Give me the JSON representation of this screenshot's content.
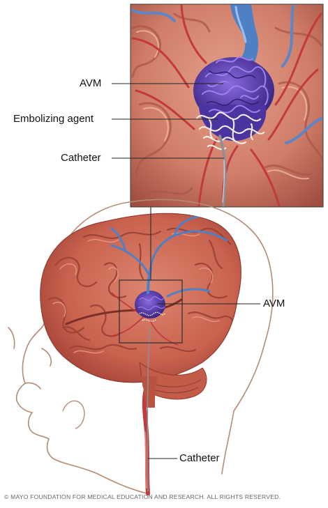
{
  "labels": {
    "inset_avm": "AVM",
    "inset_embolizing_agent": "Embolizing agent",
    "inset_catheter": "Catheter",
    "main_avm": "AVM",
    "main_catheter": "Catheter"
  },
  "copyright": "© MAYO FOUNDATION FOR MEDICAL EDUCATION AND RESEARCH. ALL RIGHTS RESERVED.",
  "colors": {
    "background": "#ffffff",
    "brain_tissue": "#cf6f5b",
    "brain_fold": "#9e4335",
    "vein_blue": "#4f7fc4",
    "avm_purple": "#5a3fa8",
    "artery_red": "#c23a3a",
    "embolizing_agent": "#f4eee8",
    "skin_outline": "#a07862",
    "leader_line": "#222222"
  }
}
